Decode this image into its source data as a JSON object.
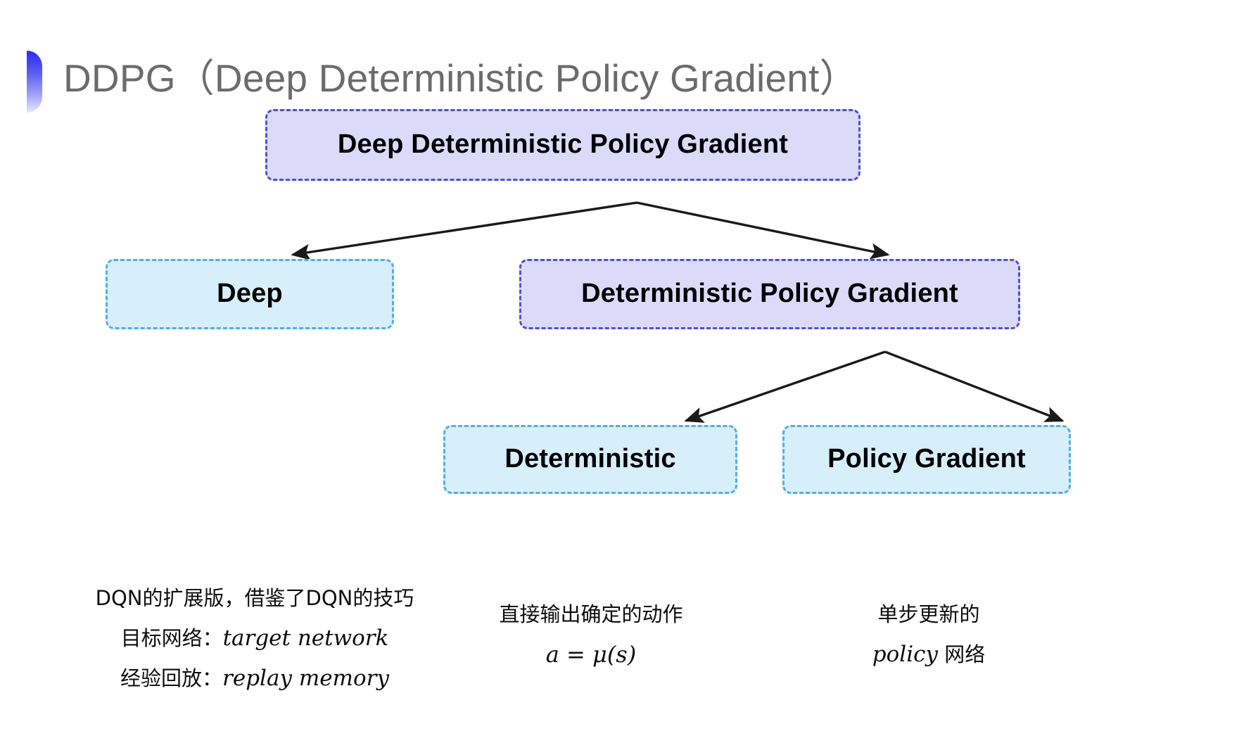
{
  "slide": {
    "title": "DDPG（Deep Deterministic Policy Gradient）",
    "bullet_icon": "half-circle-gradient-icon",
    "colors": {
      "title_text": "#6b6b6b",
      "bullet_gradient_start": "#2b2bf0",
      "bullet_gradient_end": "#e8e8fd",
      "purple_fill": "#dcdaf9",
      "purple_border": "#4f4fd6",
      "cyan_fill": "#d7eefb",
      "cyan_border": "#53aee2",
      "arrow": "#1a1a1a",
      "body_text": "#0d0d0d",
      "background": "#ffffff"
    }
  },
  "diagram": {
    "type": "tree",
    "nodes": {
      "root": {
        "label": "Deep Deterministic Policy Gradient",
        "style": "purple"
      },
      "deep": {
        "label": "Deep",
        "style": "cyan"
      },
      "dpg": {
        "label": "Deterministic Policy Gradient",
        "style": "purple"
      },
      "deterministic": {
        "label": "Deterministic",
        "style": "cyan"
      },
      "policy_gradient": {
        "label": "Policy Gradient",
        "style": "cyan"
      }
    },
    "edges": [
      {
        "from": "root",
        "to": "deep"
      },
      {
        "from": "root",
        "to": "dpg"
      },
      {
        "from": "dpg",
        "to": "deterministic"
      },
      {
        "from": "dpg",
        "to": "policy_gradient"
      }
    ]
  },
  "annotations": {
    "deep": {
      "line1": "DQN的扩展版，借鉴了DQN的技巧",
      "line2_label": "目标网络：",
      "line2_term": "target network",
      "line3_label": "经验回放：",
      "line3_term": "replay memory"
    },
    "deterministic": {
      "line1": "直接输出确定的动作",
      "line2": "a = μ(s)"
    },
    "policy_gradient": {
      "line1": "单步更新的",
      "line2_term": "policy",
      "line2_label": " 网络"
    }
  }
}
